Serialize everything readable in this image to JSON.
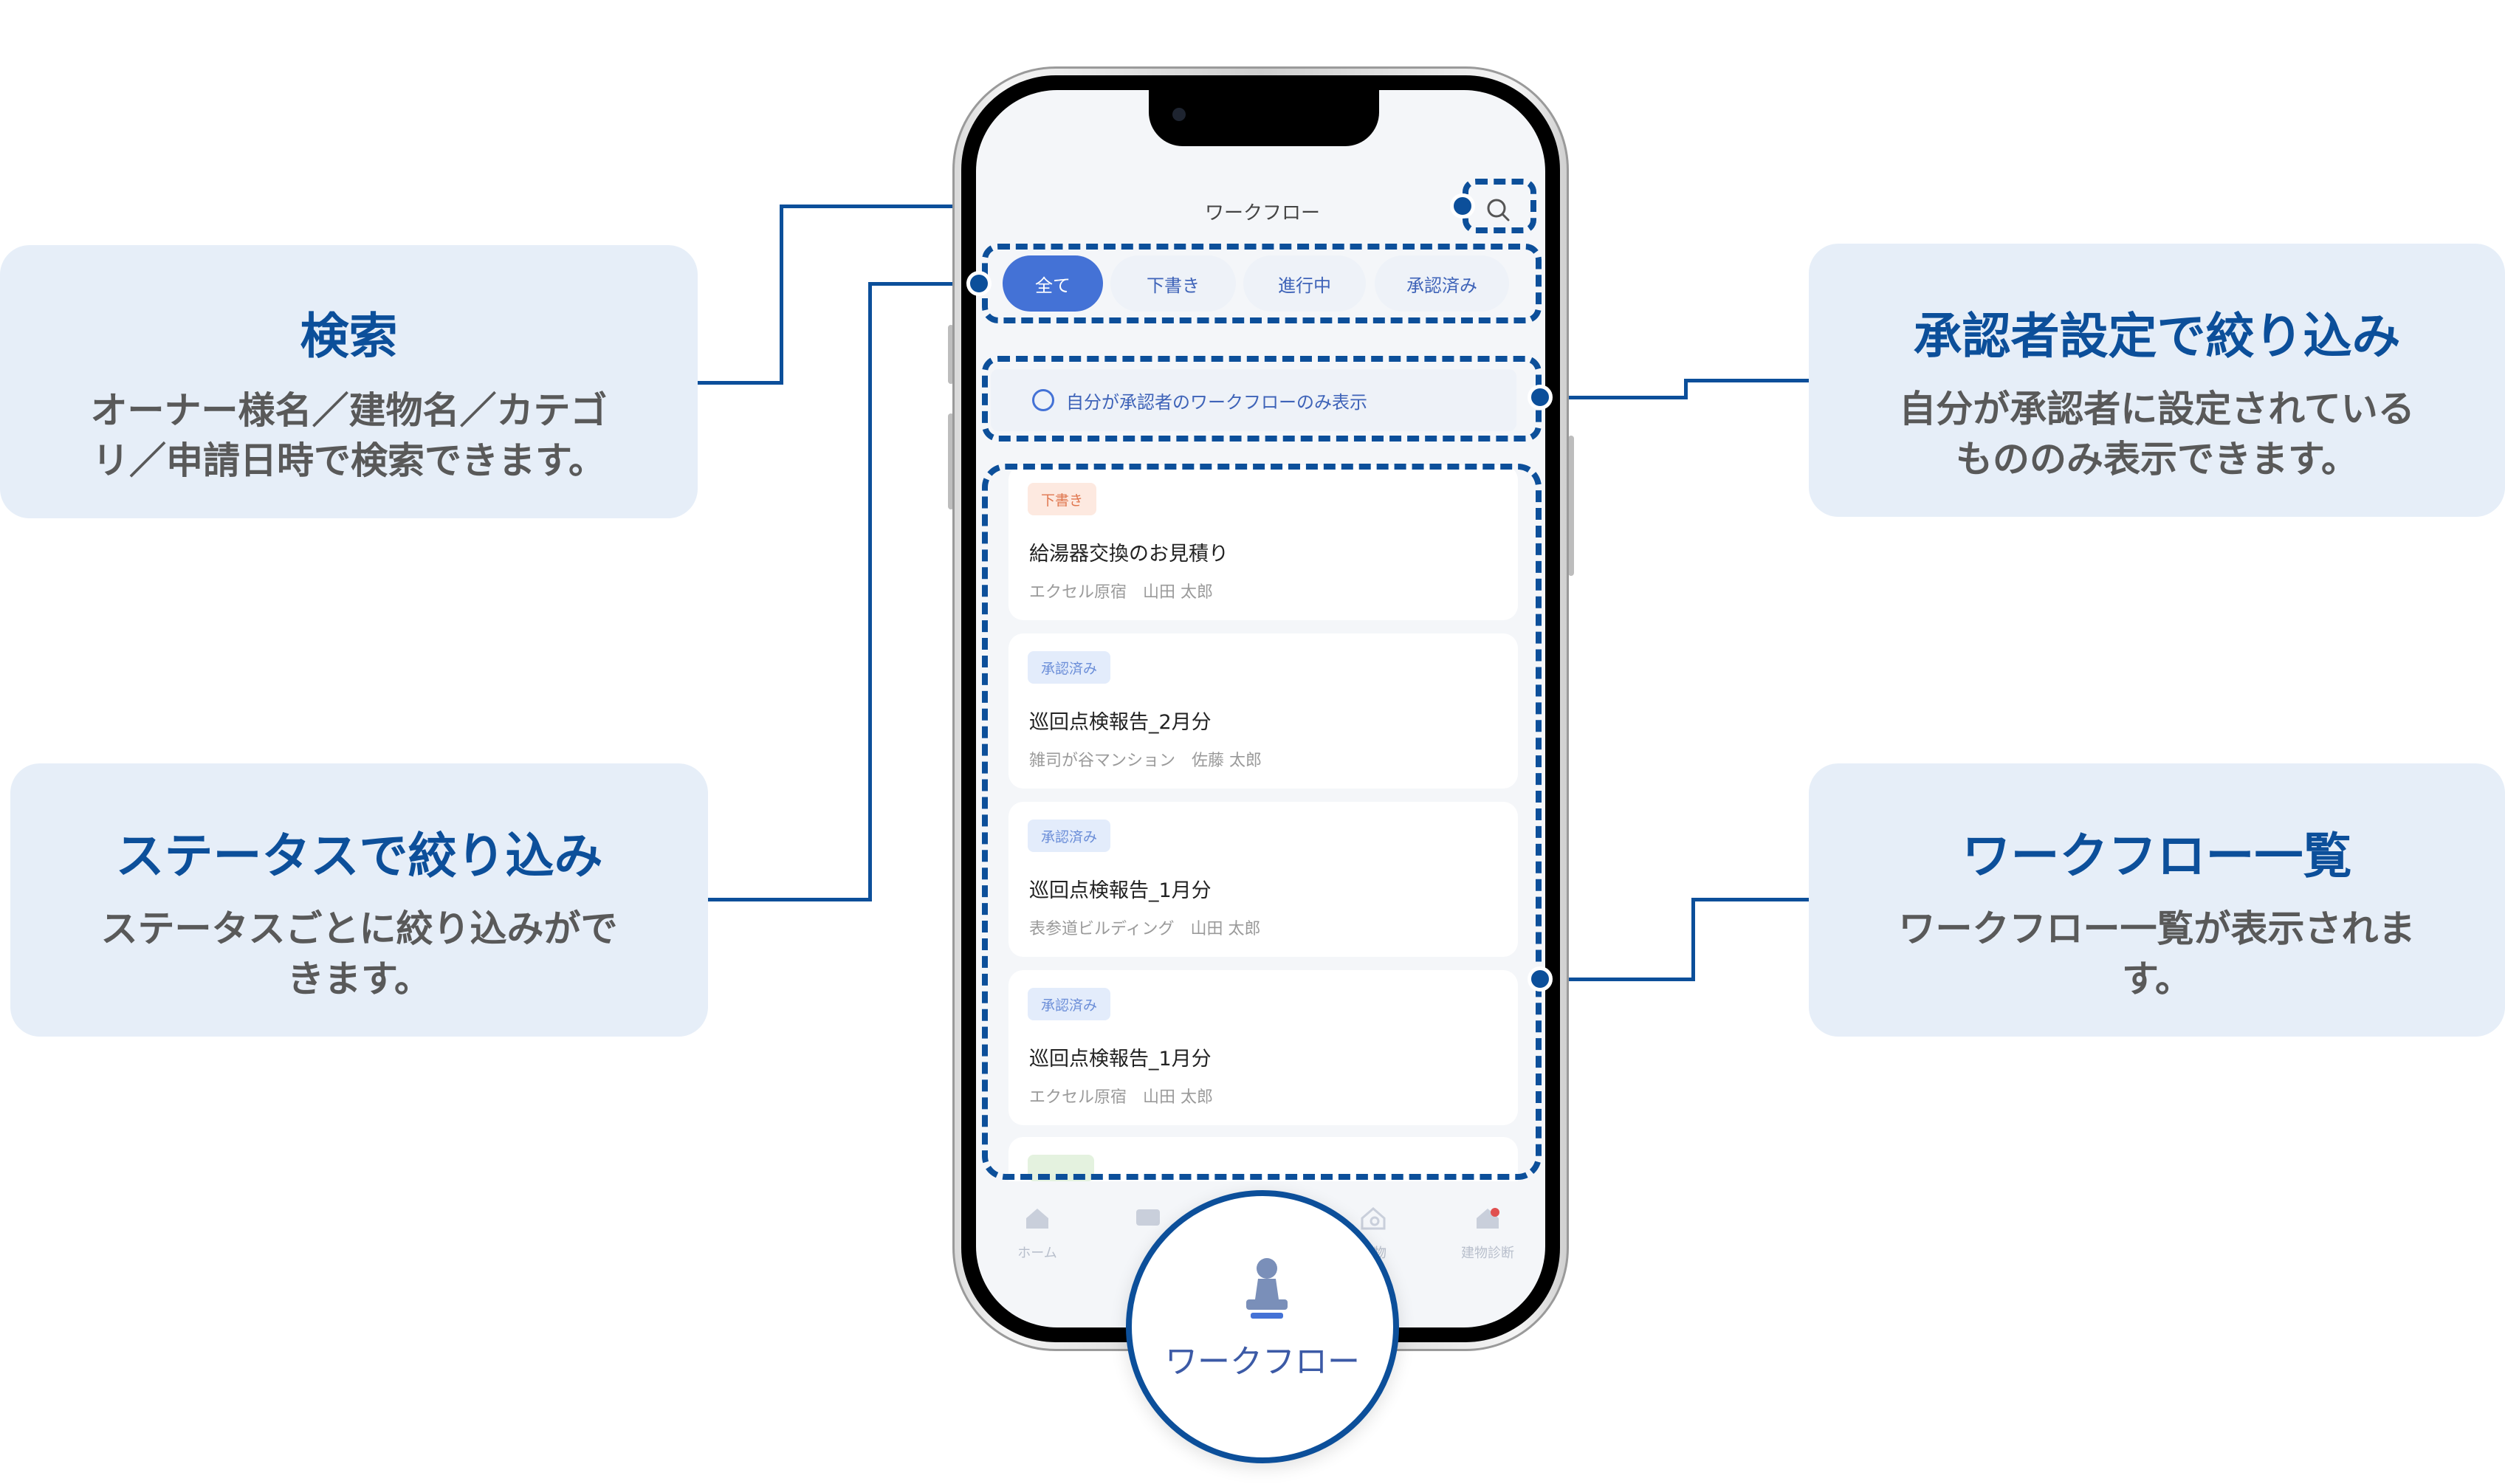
{
  "callouts": {
    "search": {
      "title": "検索",
      "desc_line1": "オーナー様名／建物名／カテゴ",
      "desc_line2": "リ／申請日時で検索できます。"
    },
    "status": {
      "title": "ステータスで絞り込み",
      "desc_line1": "ステータスごとに絞り込みがで",
      "desc_line2": "きます。"
    },
    "approver": {
      "title": "承認者設定で絞り込み",
      "desc_line1": "自分が承認者に設定されている",
      "desc_line2": "もののみ表示できます。"
    },
    "list": {
      "title": "ワークフロー一覧",
      "desc_line1": "ワークフロー一覧が表示されま",
      "desc_line2": "す。"
    }
  },
  "app": {
    "title": "ワークフロー",
    "tabs": [
      "全て",
      "下書き",
      "進行中",
      "承認済み"
    ],
    "active_tab": "全て",
    "approver_filter_label": "自分が承認者のワークフローのみ表示",
    "cards": [
      {
        "badge": "下書き",
        "title": "給湯器交換のお見積り",
        "sub": "エクセル原宿　山田 太郎"
      },
      {
        "badge": "承認済み",
        "title": "巡回点検報告_2月分",
        "sub": "雑司が谷マンション　佐藤 太郎"
      },
      {
        "badge": "承認済み",
        "title": "巡回点検報告_1月分",
        "sub": "表参道ビルディング　山田 太郎"
      },
      {
        "badge": "承認済み",
        "title": "巡回点検報告_1月分",
        "sub": "エクセル原宿　山田 太郎"
      }
    ],
    "nav": {
      "home": "ホーム",
      "building": "建物",
      "diagnosis": "建物診断",
      "workflow": "ワークフロー"
    }
  },
  "colors": {
    "accent": "#0c4f9a",
    "primary_blue": "#4472d6",
    "callout_bg": "#e6eef8",
    "draft_badge": "#e0774f"
  },
  "icons": [
    "search-icon",
    "home-icon",
    "chat-icon",
    "building-search-icon",
    "building-diagnosis-icon",
    "stamp-icon"
  ]
}
